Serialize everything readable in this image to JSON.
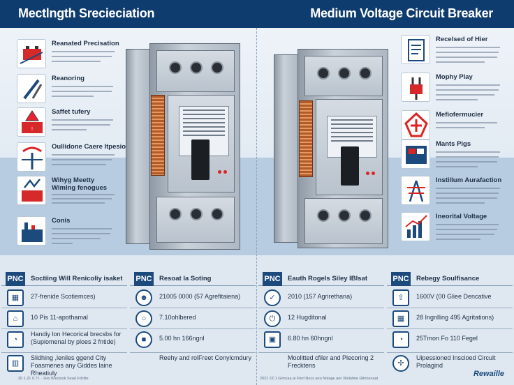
{
  "header": {
    "left_title": "Mectlngth Srecieciation",
    "right_title": "Medium Voltage Circuit Breaker"
  },
  "left_features": [
    {
      "title": "Reanated Precisation",
      "icon": "battery-icon"
    },
    {
      "title": "Reanoring",
      "icon": "screwdriver-icon"
    },
    {
      "title": "Saffet tufery",
      "icon": "warning-icon"
    },
    {
      "title": "Oullidone Caere Itpesion",
      "icon": "antenna-icon"
    },
    {
      "title": "Wihyg Meetty\nWimlng fenogues",
      "icon": "lightning-icon"
    },
    {
      "title": "Conis",
      "icon": "factory-icon"
    }
  ],
  "right_features": [
    {
      "title": "Recelsed of Hier",
      "icon": "document-icon"
    },
    {
      "title": "Mophy Play",
      "icon": "plug-icon"
    },
    {
      "title": "Mefiofermucier",
      "icon": "shield-icon"
    },
    {
      "title": "Mants Pigs",
      "icon": "meter-icon"
    },
    {
      "title": "Instillum Aurafaction",
      "icon": "tower-icon"
    },
    {
      "title": "Ineorital Voltage",
      "icon": "graph-icon"
    }
  ],
  "lower": {
    "p1": {
      "badge": "PNC",
      "head": "Soctiing Will Renicoliy isaket",
      "rows": [
        {
          "icon": "grid-icon",
          "text": "27-frenide Scotiemces)"
        },
        {
          "icon": "home-icon",
          "text": "10 Pis 11-apothamal"
        },
        {
          "icon": "gauge-icon",
          "text": "Handiy lon Hecorical brecsbs for (Supiomenal by ploes 2 fntide)"
        },
        {
          "icon": "building-icon",
          "text": "Slidhing ,leniles ggend City Foasmenes any Giddes laine Rheatiuly"
        }
      ]
    },
    "p2": {
      "badge": "PNC",
      "head": "Resoat la Soting",
      "rows": [
        {
          "icon": "person-icon",
          "text": "21005 0000 (57 Agrefitaiena)"
        },
        {
          "icon": "circle-icon",
          "text": "7.10ohlbered"
        },
        {
          "icon": "box-icon",
          "text": "5.00 hn 166ngnl"
        },
        {
          "icon": "",
          "text": "Reehy and rolFreet Conylcmdury"
        }
      ]
    },
    "p3": {
      "badge": "PNC",
      "head": "Eauth Rogels Siley IBlsat",
      "rows": [
        {
          "icon": "check-icon",
          "text": "2010 (157 Agrirethana)"
        },
        {
          "icon": "power-icon",
          "text": "12 Hugditonal"
        },
        {
          "icon": "box-icon",
          "text": "6.80 hn 60hngnl"
        },
        {
          "icon": "",
          "text": "Moolitted cfiler and Plecoring 2 Frecktens"
        }
      ]
    },
    "p4": {
      "badge": "PNC",
      "head": "Rebegy Soulfisance",
      "rows": [
        {
          "icon": "upload-icon",
          "text": "1600V (00 Gliee Dencative"
        },
        {
          "icon": "grid-icon",
          "text": "28 Ingnlling 495 Agritations)"
        },
        {
          "icon": "gauge-icon",
          "text": "25Tmon Fo 110 Fegel"
        },
        {
          "icon": "compass-icon",
          "text": "Uipessioned Inscioed Circult Prolagind"
        }
      ]
    }
  },
  "footer": {
    "left": "20 1.21 0.71 · 1Ho Brectosk Sead Fdclite",
    "right": "2021 2Z.1 Grincaa al Fhof Nocs anu Nolage anc Riolutine Gltnnecaat",
    "brand": "Rewaille"
  }
}
